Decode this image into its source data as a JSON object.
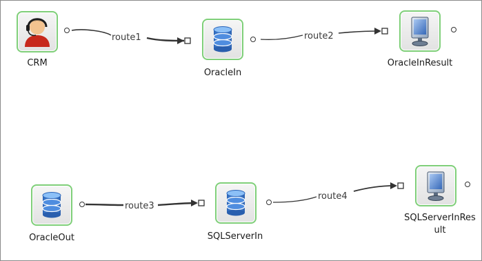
{
  "nodes": {
    "crm": {
      "label": "CRM",
      "icon": "user-headset-icon"
    },
    "oracle_in": {
      "label": "OracleIn",
      "icon": "database-icon"
    },
    "oracle_in_result": {
      "label": "OracleInResult",
      "icon": "monitor-icon"
    },
    "oracle_out": {
      "label": "OracleOut",
      "icon": "database-icon"
    },
    "sqlserver_in": {
      "label": "SQLServerIn",
      "icon": "database-icon"
    },
    "sqlserver_in_result": {
      "label": "SQLServerInResult",
      "icon": "monitor-icon"
    }
  },
  "edges": {
    "route1": {
      "label": "route1",
      "from": "CRM",
      "to": "OracleIn"
    },
    "route2": {
      "label": "route2",
      "from": "OracleIn",
      "to": "OracleInResult"
    },
    "route3": {
      "label": "route3",
      "from": "OracleOut",
      "to": "SQLServerIn"
    },
    "route4": {
      "label": "route4",
      "from": "SQLServerIn",
      "to": "SQLServerInResult"
    }
  },
  "colors": {
    "node_border": "#7fcf79",
    "database_blue": "#3d7fd6",
    "edge_line": "#333333"
  }
}
